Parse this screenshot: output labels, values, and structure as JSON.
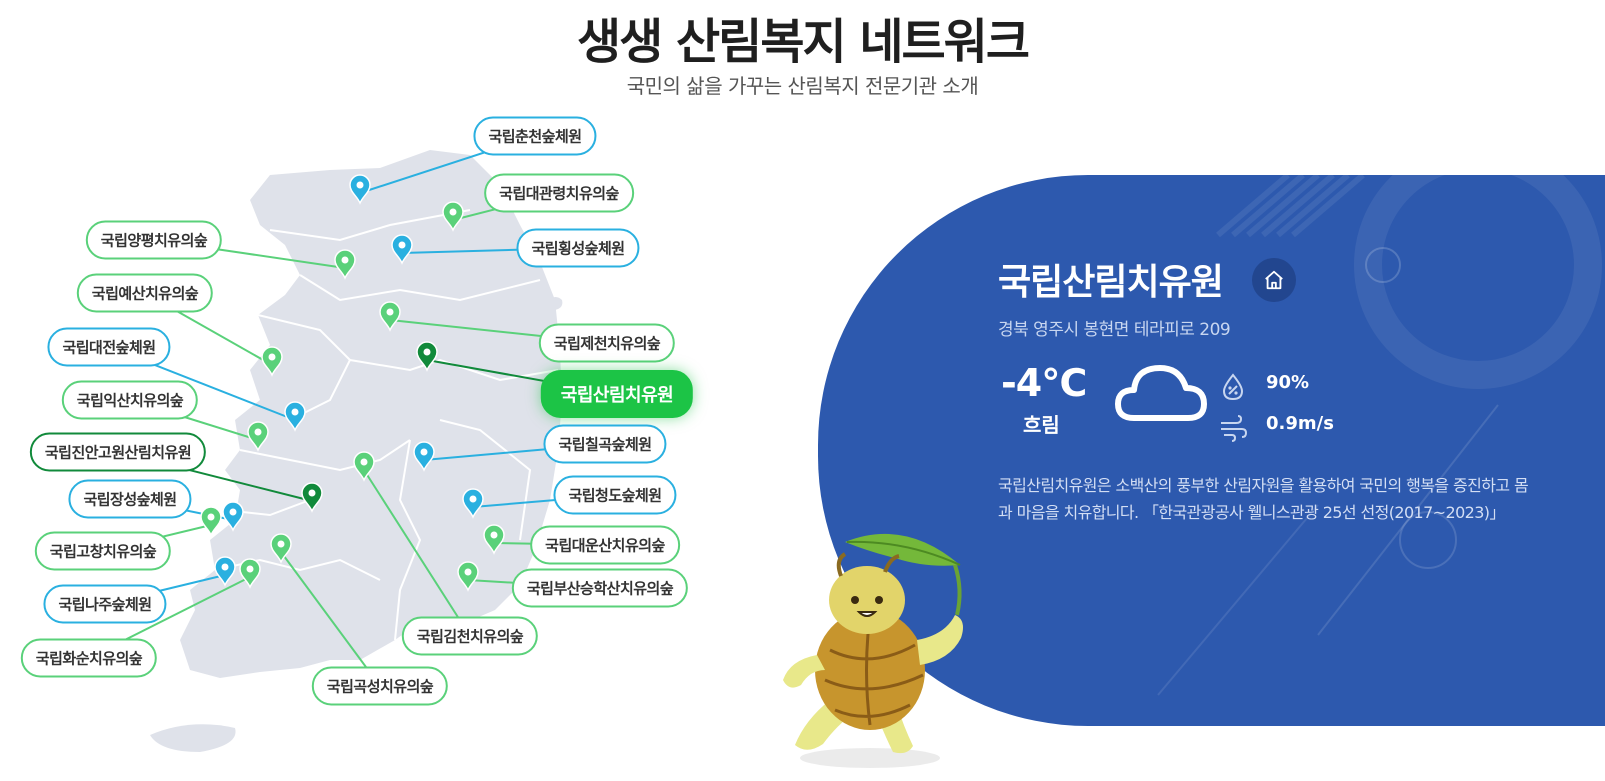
{
  "header": {
    "title": "생생 산림복지 네트워크",
    "subtitle": "국민의 삶을 가꾸는 산림복지 전문기관 소개"
  },
  "map": {
    "labels": [
      "국립춘천숲체원",
      "국립대관령치유의숲",
      "국립양평치유의숲",
      "국립횡성숲체원",
      "국립예산치유의숲",
      "국립제천치유의숲",
      "국립대전숲체원",
      "국립산림치유원",
      "국립익산치유의숲",
      "국립칠곡숲체원",
      "국립진안고원산림치유원",
      "국립청도숲체원",
      "국립장성숲체원",
      "국립대운산치유의숲",
      "국립고창치유의숲",
      "국립부산승학산치유의숲",
      "국립나주숲체원",
      "국립김천치유의숲",
      "국립화순치유의숲",
      "국립곡성치유의숲"
    ],
    "colors": {
      "forest_center": "#2ab0e0",
      "healing_forest": "#5ad17a",
      "healing_center": "#118a3b",
      "active": "#1cc446"
    }
  },
  "info": {
    "title": "국립산림치유원",
    "home_icon": "home-icon",
    "address": "경북 영주시 봉현면 테라피로 209",
    "temperature": "-4℃",
    "weather": "흐림",
    "weather_icon": "cloud-icon",
    "humidity": "90%",
    "wind": "0.9m/s",
    "description": "국립산림치유원은 소백산의 풍부한 산림자원을 활용하여 국민의 행복을 증진하고 몸과 마음을 치유합니다. 「한국관광공사 웰니스관광 25선 선정(2017~2023)」",
    "panel_color": "#2d59ae"
  }
}
